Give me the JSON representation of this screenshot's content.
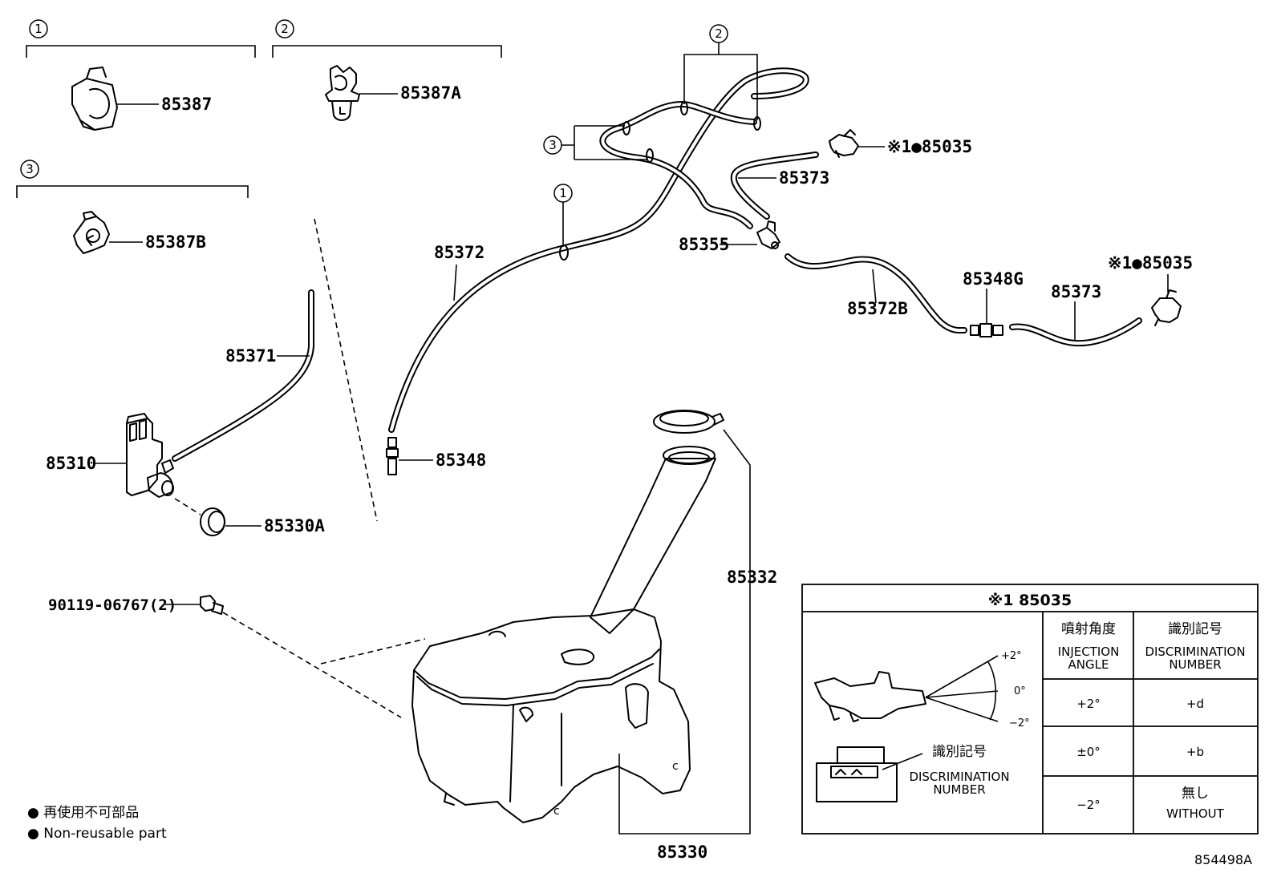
{
  "callouts": {
    "group1": "1",
    "group2": "2",
    "group3": "3",
    "hose_clamp_2": "2",
    "hose_clamp_3": "3",
    "hose_clamp_1": "1"
  },
  "parts": {
    "clamp": "85387",
    "clamp_a": "85387A",
    "clamp_b": "85387B",
    "hose_85371": "85371",
    "pump_motor": "85310",
    "grommet": "85330A",
    "bolt": "90119-06767(2)",
    "hose_85372": "85372",
    "joint_85348": "85348",
    "hose_85373_upper": "85373",
    "nozzle_upper": "※1●85035",
    "joint_85355": "85355",
    "hose_85372b": "85372B",
    "joint_85348g": "85348G",
    "hose_85373_lower": "85373",
    "nozzle_lower": "※1●85035",
    "tank_cap": "85332",
    "tank": "85330"
  },
  "legend": {
    "line1": "● 再使用不可部品",
    "line2": "● Non-reusable part"
  },
  "nozzle_table": {
    "title": "※1 85035",
    "col1_header_jp": "噴射角度",
    "col1_header_en_1": "INJECTION",
    "col1_header_en_2": "ANGLE",
    "col2_header_jp": "識別記号",
    "col2_header_en_1": "DISCRIMINATION",
    "col2_header_en_2": "NUMBER",
    "angle_plus2": "+2°",
    "angle_zero": "0°",
    "angle_minus2": "−2°",
    "disc_label_jp": "識別記号",
    "disc_label_en_1": "DISCRIMINATION",
    "disc_label_en_2": "NUMBER",
    "rows": [
      {
        "angle": "+2°",
        "code": "+d"
      },
      {
        "angle": "±0°",
        "code": "+b"
      },
      {
        "angle": "−2°",
        "code_jp": "無し",
        "code": "WITHOUT"
      }
    ]
  },
  "diagram_id": "854498A"
}
